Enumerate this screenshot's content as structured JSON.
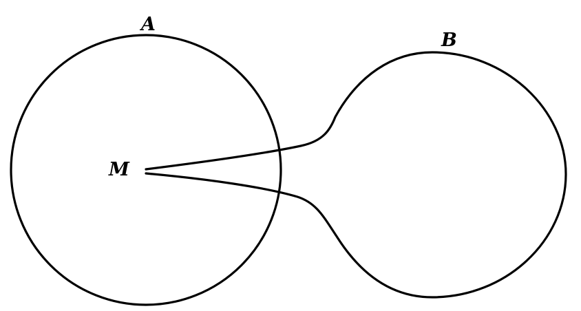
{
  "labels": {
    "a": "A",
    "b": "B",
    "m": "M"
  },
  "colors": {
    "ink": "#000000",
    "background": "#ffffff"
  }
}
